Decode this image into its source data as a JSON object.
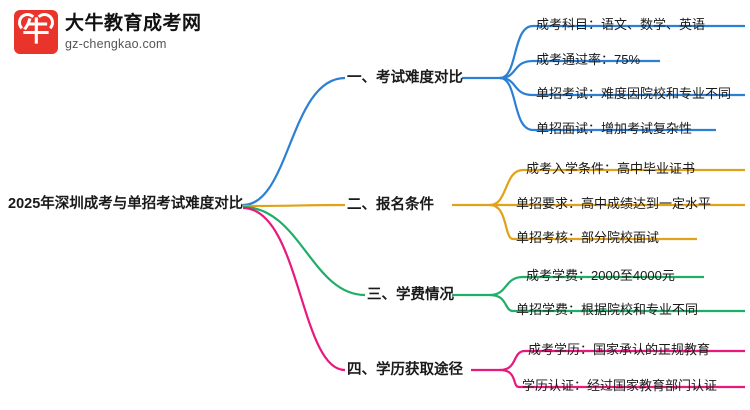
{
  "logo": {
    "icon": "bull-head-icon",
    "title": "大牛教育成考网",
    "subtitle": "gz-chengkao.com"
  },
  "mindmap": {
    "root": "2025年深圳成考与单招考试难度对比",
    "branches": [
      {
        "label": "一、考试难度对比",
        "color": "#2b7fd4",
        "items": [
          "成考科目：语文、数学、英语",
          "成考通过率：75%",
          "单招考试：难度因院校和专业不同",
          "单招面试：增加考试复杂性"
        ]
      },
      {
        "label": "二、报名条件",
        "color": "#e0a21a",
        "items": [
          "成考入学条件：高中毕业证书",
          "单招要求：高中成绩达到一定水平",
          "单招考核：部分院校面试"
        ]
      },
      {
        "label": "三、学费情况",
        "color": "#1fae67",
        "items": [
          "成考学费：2000至4000元",
          "单招学费：根据院校和专业不同"
        ]
      },
      {
        "label": "四、学历获取途径",
        "color": "#e8197d",
        "items": [
          "成考学历：国家承认的正规教育",
          "学历认证：经过国家教育部门认证"
        ]
      }
    ]
  }
}
